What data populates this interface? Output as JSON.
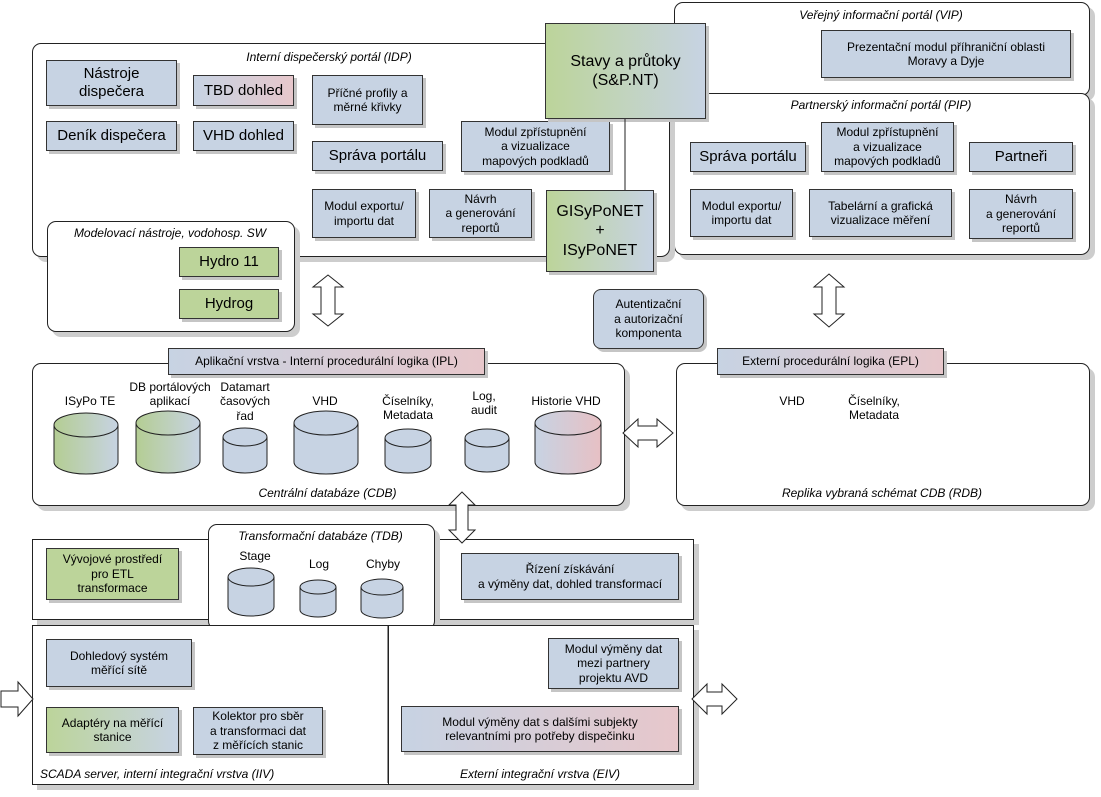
{
  "vip": {
    "caption": "Veřejný informační portál (VIP)",
    "presentation": "Prezentační modul příhraniční oblasti\nMoravy a Dyje"
  },
  "pip": {
    "caption": "Partnerský informační portál (PIP)",
    "map_module": "Modul zpřístupnění\na vizualizace\nmapových podkladů",
    "portal_admin": "Správa portálu",
    "partners": "Partneři",
    "export": "Modul exportu/\nimportu dat",
    "tabular": "Tabelární a grafická\nvizualizace měření",
    "reports": "Návrh\na generování\nreportů"
  },
  "idp": {
    "caption": "Interní dispečerský portál (IDP)",
    "tools": "Nástroje\ndispečera",
    "tbd": "TBD dohled",
    "profiles": "Příčné profily a\nměrné křivky",
    "diary": "Deník dispečera",
    "vhd": "VHD dohled",
    "portal_admin": "Správa portálu",
    "map_module": "Modul zpřístupnění\na vizualizace\nmapových podkladů",
    "export": "Modul exportu/\nimportu dat",
    "reports": "Návrh\na generování\nreportů"
  },
  "snp": "Stavy a průtoky\n(S&P.NT)",
  "gis": "GISyPoNET\n+\nISyPoNET",
  "model": {
    "caption": "Modelovací nástroje, vodohosp. SW",
    "hydro11": "Hydro 11",
    "hydrog": "Hydrog"
  },
  "auth": "Autentizační\na autorizační\nkomponenta",
  "ipl": "Aplikační vrstva - Interní procedurální logika (IPL)",
  "epl": "Externí procedurální logika (EPL)",
  "cdb": {
    "caption": "Centrální databáze (CDB)",
    "dbs": [
      "ISyPo TE",
      "DB portálových\naplikací",
      "Datamart\nčasových\nřad",
      "VHD",
      "Číselníky,\nMetadata",
      "Log,\naudit",
      "Historie VHD"
    ]
  },
  "rdb": {
    "caption": "Replika vybraná schémat CDB (RDB)",
    "dbs": [
      "VHD",
      "Číselníky,\nMetadata"
    ]
  },
  "tdb": {
    "caption": "Transformační databáze (TDB)",
    "dbs": [
      "Stage",
      "Log",
      "Chyby"
    ]
  },
  "etl": "Vývojové prostředí\npro ETL\ntransformace",
  "ctrl": "Řízení získávání\na výměny dat, dohled transformací",
  "iiv": {
    "caption": "SCADA server, interní integrační vrstva (IIV)",
    "monitor": "Dohledový systém\nměřící sítě",
    "adapters": "Adaptéry na měřící\nstanice",
    "collector": "Kolektor pro sběr\na transformaci dat\nz měřících stanic"
  },
  "eiv": {
    "caption": "Externí integrační vrstva (EIV)",
    "partners_exchange": "Modul výměny dat\nmezi partnery\nprojektu AVD",
    "others_exchange": "Modul výměny dat s dalšími subjekty\nrelevantními pro potřeby dispečinku"
  },
  "colors": {
    "blue": "#c7d3e3",
    "green": "#bcd49a",
    "pink": "#e7c7cb"
  }
}
